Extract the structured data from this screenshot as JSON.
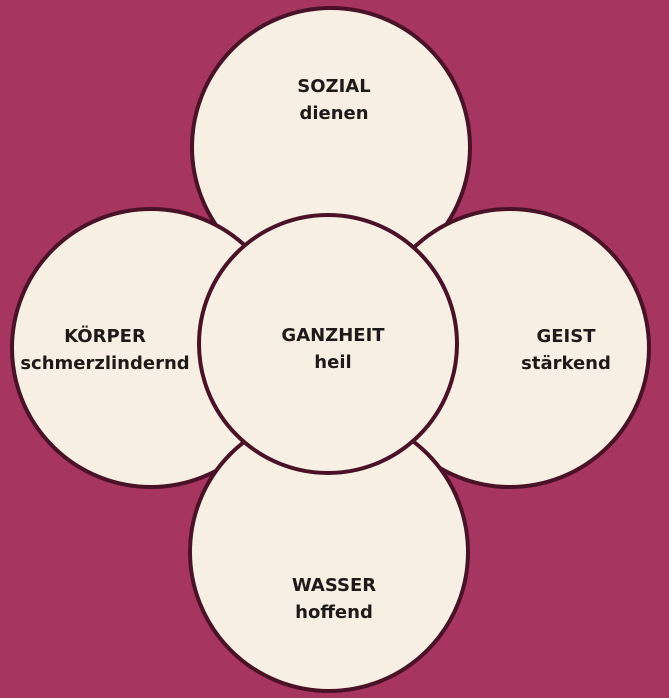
{
  "colors": {
    "background": "#a63560",
    "circle_fill": "#f8efe4",
    "circle_stroke": "#4a1226",
    "text": "#1f1a1a"
  },
  "diagram": {
    "top": {
      "title": "SOZIAL",
      "subtitle": "dienen"
    },
    "left": {
      "title": "KÖRPER",
      "subtitle": "schmerzlindernd"
    },
    "center": {
      "title": "GANZHEIT",
      "subtitle": "heil"
    },
    "right": {
      "title": "GEIST",
      "subtitle": "stärkend"
    },
    "bottom": {
      "title": "WASSER",
      "subtitle": "hoffend"
    }
  }
}
